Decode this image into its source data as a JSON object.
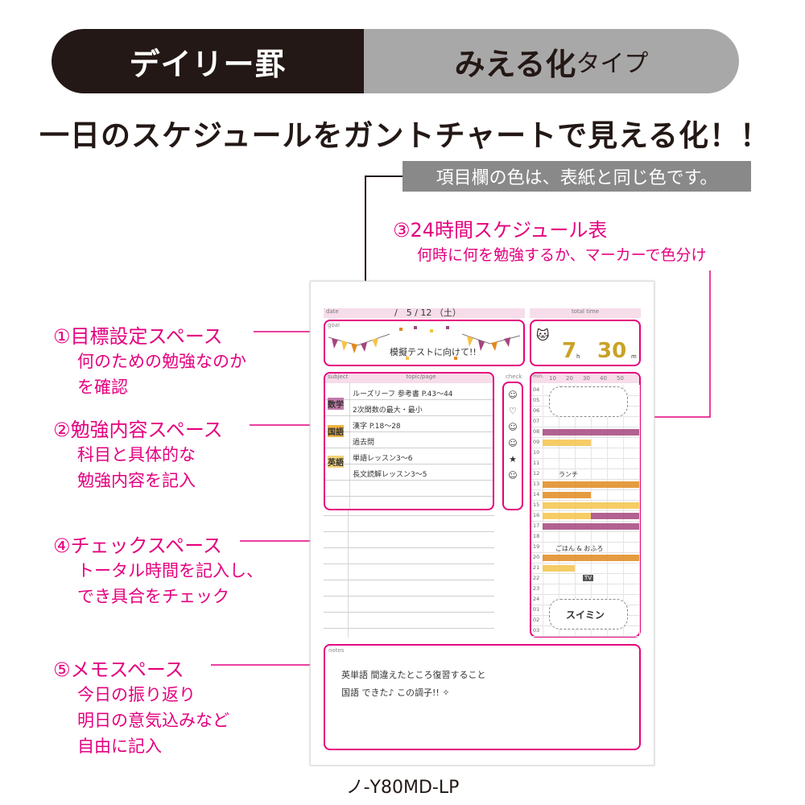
{
  "header": {
    "left_label": "デイリー罫",
    "right_label_main": "みえる化",
    "right_label_small": "タイプ"
  },
  "headline": "一日のスケジュールをガントチャートで見える化！！",
  "color_note": "項目欄の色は、表紙と同じ色です。",
  "callouts": {
    "c3": {
      "title": "③24時間スケジュール表",
      "body": [
        "何時に何を勉強するか、マーカーで色分け"
      ]
    },
    "c1": {
      "title": "①目標設定スペース",
      "body": [
        "何のための勉強なのか",
        "を確認"
      ]
    },
    "c2": {
      "title": "②勉強内容スペース",
      "body": [
        "科目と具体的な",
        "勉強内容を記入"
      ]
    },
    "c4": {
      "title": "④チェックスペース",
      "body": [
        "トータル時間を記入し、",
        "でき具合をチェック"
      ]
    },
    "c5": {
      "title": "⑤メモスペース",
      "body": [
        "今日の振り返り",
        "明日の意気込みなど",
        "自由に記入"
      ]
    }
  },
  "page": {
    "date_label": "date",
    "date_value": "/　5 / 12 （土）",
    "total_time_label": "total time",
    "goal_label": "goal",
    "goal_text": "模擬テストに向けて!!",
    "hours": "7",
    "h_unit": "h",
    "minutes": "30",
    "m_unit": "m",
    "subject_label": "subject",
    "topic_label": "topic/page",
    "check_label": "check",
    "min_label": "min.",
    "minute_ticks": [
      "10",
      "20",
      "30",
      "40",
      "50"
    ],
    "subjects": [
      "数学",
      "国語",
      "英語"
    ],
    "topics": [
      "ルーズリーフ 参考書 P.43～44",
      "2次関数の最大・最小",
      "漢字 P.18～28",
      "過去問",
      "単語レッスン3～6",
      "長文読解レッスン3～5"
    ],
    "checks": [
      "☺",
      "♡",
      "☺",
      "☺",
      "★",
      "☺"
    ],
    "hour_labels": [
      "04",
      "05",
      "06",
      "07",
      "08",
      "09",
      "10",
      "11",
      "12",
      "13",
      "14",
      "15",
      "16",
      "17",
      "18",
      "19",
      "20",
      "21",
      "22",
      "23",
      "24",
      "01",
      "02",
      "03"
    ],
    "schedule_notes": {
      "lunch": "ランチ",
      "dinner": "ごはん & おふろ",
      "sleep": "スイミン",
      "tv": "TV"
    },
    "notes_label": "notes",
    "notes_lines": [
      "英単語 間違えたところ復習すること",
      "国語 できた♪ この調子!! ✧"
    ],
    "schedule_bars": [
      {
        "hour": "08",
        "start_min": 0,
        "end_min": 60,
        "color": "#a5457e"
      },
      {
        "hour": "09",
        "start_min": 0,
        "end_min": 30,
        "color": "#f5c34a"
      },
      {
        "hour": "13",
        "start_min": 0,
        "end_min": 60,
        "color": "#e08a1e"
      },
      {
        "hour": "14",
        "start_min": 0,
        "end_min": 30,
        "color": "#e08a1e"
      },
      {
        "hour": "15",
        "start_min": 0,
        "end_min": 60,
        "color": "#f5c34a"
      },
      {
        "hour": "16",
        "start_min": 0,
        "end_min": 30,
        "color": "#f5c34a"
      },
      {
        "hour": "16",
        "start_min": 30,
        "end_min": 60,
        "color": "#a5457e"
      },
      {
        "hour": "17",
        "start_min": 0,
        "end_min": 60,
        "color": "#a5457e"
      },
      {
        "hour": "20",
        "start_min": 0,
        "end_min": 60,
        "color": "#e08a1e"
      },
      {
        "hour": "21",
        "start_min": 0,
        "end_min": 20,
        "color": "#f5c34a"
      }
    ]
  },
  "model_number": "ノ-Y80MD-LP"
}
